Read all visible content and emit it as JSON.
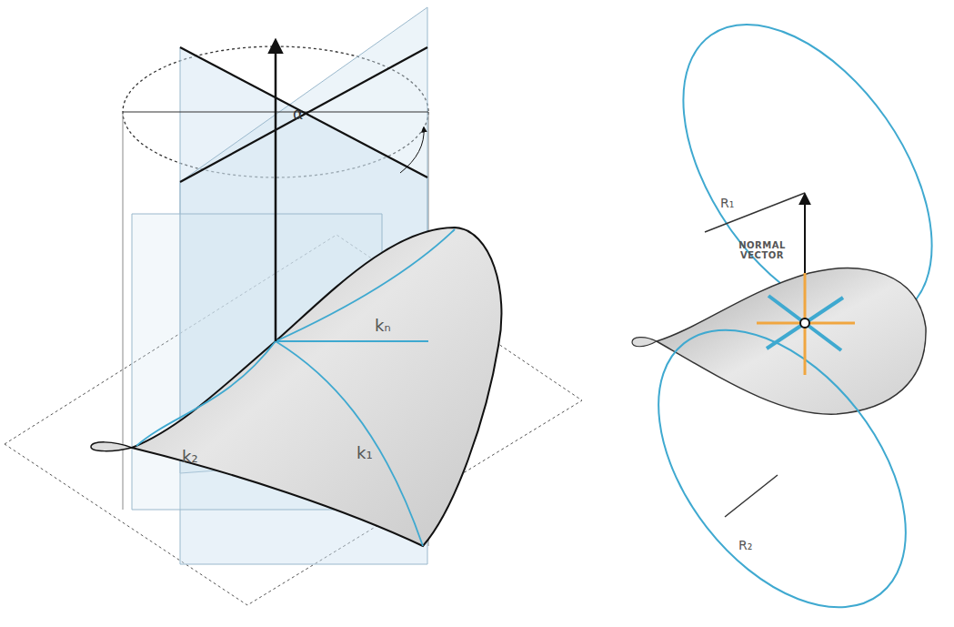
{
  "diagram": {
    "labels": [
      "α",
      "k₂",
      "k₁",
      "kₙ",
      "R₁",
      "NORMAL VECTOR",
      "R₂"
    ]
  }
}
